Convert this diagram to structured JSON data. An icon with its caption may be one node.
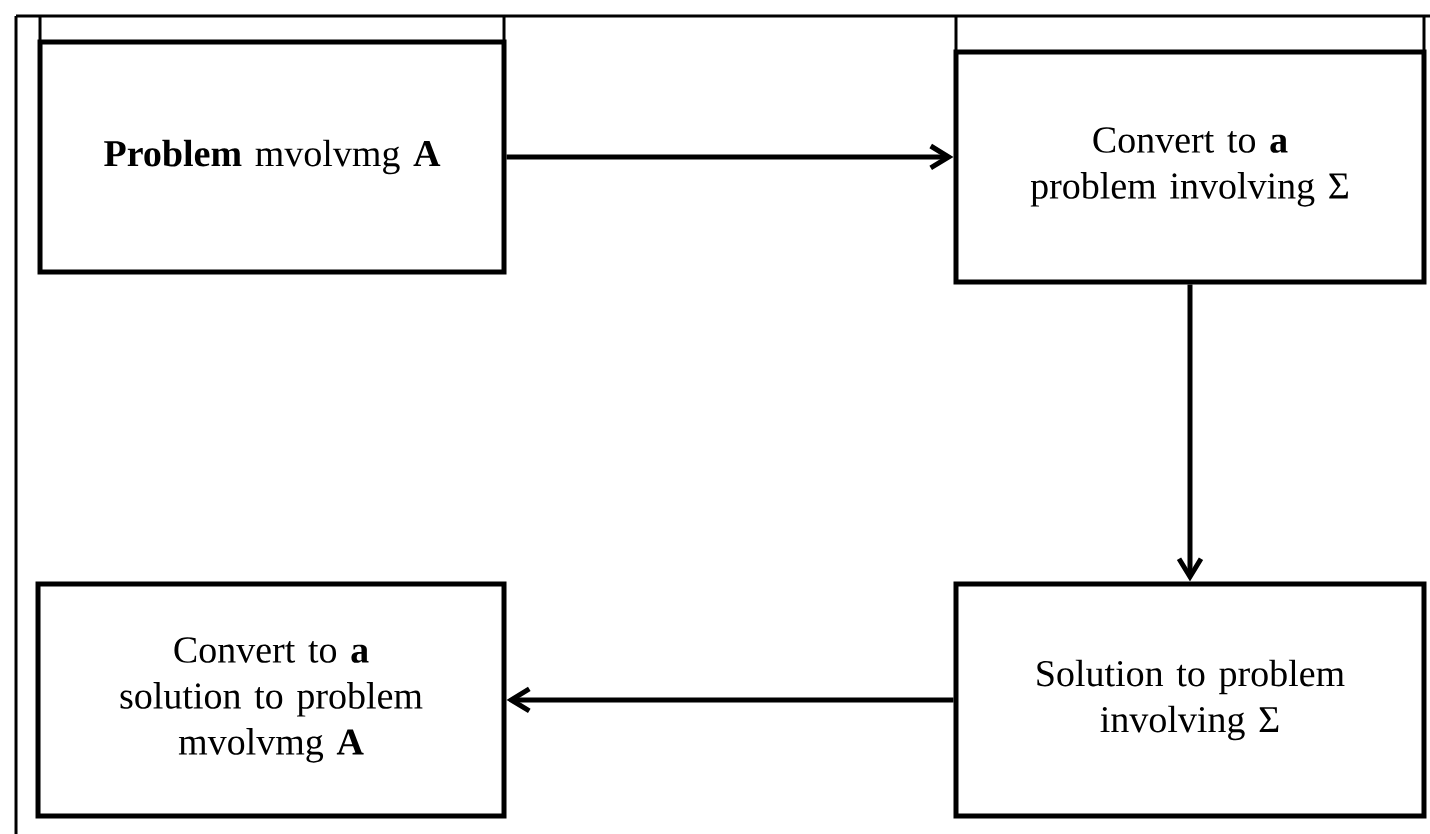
{
  "diagram": {
    "nodes": [
      {
        "text": [
          "**Problem** mvolvmg **A**"
        ]
      },
      {
        "text": [
          "Convert to **a** problem involving Σ"
        ]
      },
      {
        "text": [
          "Convert to **a** solution to problem mvolvmg **A**"
        ]
      },
      {
        "text": [
          "Solution to problem involving Σ"
        ]
      }
    ],
    "edges": [
      {
        "from": 0,
        "to": 1,
        "arrow": "to"
      },
      {
        "from": 1,
        "to": 3,
        "arrow": "to"
      },
      {
        "from": 3,
        "to": 2,
        "arrow": "to"
      }
    ]
  }
}
